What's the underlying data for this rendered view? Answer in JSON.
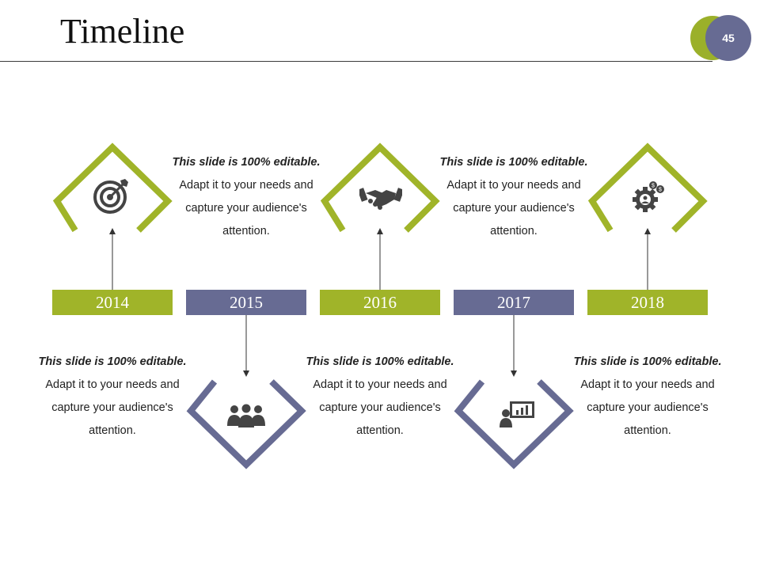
{
  "slide": {
    "title": "Timeline",
    "page_number": "45",
    "colors": {
      "green": "#a0b429",
      "blue": "#676b93",
      "text": "#222222"
    }
  },
  "timeline": [
    {
      "year": "2014",
      "icon": "target-icon",
      "text_lead": "This slide is 100% editable.",
      "text_body": " Adapt it to your needs and capture your audience's attention."
    },
    {
      "year": "2015",
      "icon": "team-icon",
      "text_lead": "This slide is 100% editable.",
      "text_body": " Adapt it to your needs and capture your audience's attention."
    },
    {
      "year": "2016",
      "icon": "handshake-icon",
      "text_lead": "This slide is 100% editable.",
      "text_body": " Adapt it to your needs and capture your audience's attention."
    },
    {
      "year": "2017",
      "icon": "presentation-icon",
      "text_lead": "This slide is 100% editable.",
      "text_body": " Adapt it to your needs and capture your audience's attention."
    },
    {
      "year": "2018",
      "icon": "gear-money-icon",
      "text_lead": "This slide is 100% editable.",
      "text_body": " Adapt it to your needs and capture your audience's attention."
    }
  ]
}
